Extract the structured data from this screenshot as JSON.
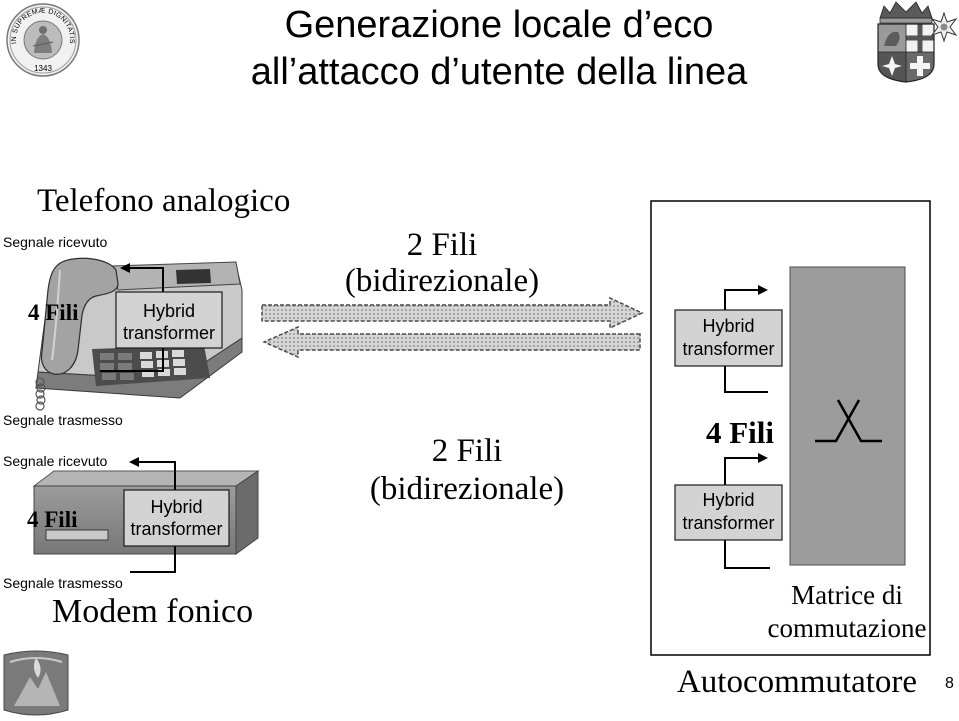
{
  "slide": {
    "title_line1": "Generazione locale d’eco",
    "title_line2": "all’attacco d’utente della linea",
    "page_number": "8"
  },
  "logos": {
    "seal_text": "IN SUPREMÆ DIGNITATIS",
    "seal_year": "1343"
  },
  "telephone": {
    "heading": "Telefono analogico",
    "received_label": "Segnale ricevuto",
    "transmitted_label": "Segnale trasmesso",
    "wires_label": "4 Fili",
    "hybrid": {
      "line1": "Hybrid",
      "line2": "transformer"
    }
  },
  "line_to_telephone": {
    "line1": "2 Fili",
    "line2": "(bidirezionale)"
  },
  "modem": {
    "heading": "Modem fonico",
    "received_label": "Segnale ricevuto",
    "transmitted_label": "Segnale trasmesso",
    "wires_label": "4 Fili",
    "hybrid": {
      "line1": "Hybrid",
      "line2": "transformer"
    }
  },
  "line_to_modem": {
    "line1": "2 Fili",
    "line2": "(bidirezionale)"
  },
  "exchange": {
    "title": "Autocommutatore",
    "wires_label": "4 Fili",
    "hybrid_top": {
      "line1": "Hybrid",
      "line2": "transformer"
    },
    "hybrid_bottom": {
      "line1": "Hybrid",
      "line2": "transformer"
    },
    "matrix_label": {
      "line1": "Matrice di",
      "line2": "commutazione"
    }
  }
}
